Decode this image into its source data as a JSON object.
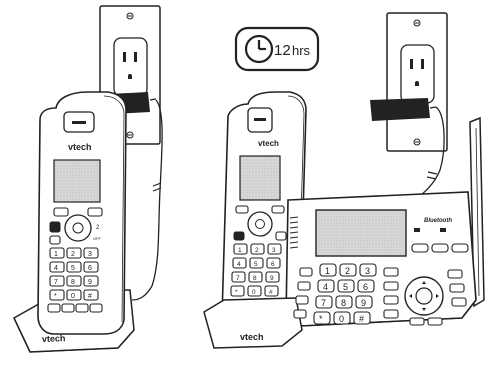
{
  "timer": {
    "value": "12",
    "unit": "hrs"
  },
  "brand": {
    "handset_logo": "vtech",
    "charger_logo": "vtech",
    "base_logo": "vtech",
    "bluetooth": "Bluetooth"
  },
  "handset_keys": {
    "left": [
      "1",
      "4",
      "7",
      "*"
    ],
    "middle": [
      "2",
      "5",
      "8",
      "0"
    ],
    "right": [
      "3",
      "6",
      "9",
      "#"
    ],
    "soft_right": [
      "2",
      "OFF"
    ]
  },
  "base_keys": {
    "row1": [
      "1",
      "2",
      "3"
    ],
    "row2": [
      "4",
      "5",
      "6"
    ],
    "row3": [
      "7",
      "8",
      "9"
    ],
    "row4": [
      "*",
      "0",
      "#"
    ]
  },
  "colors": {
    "ink": "#222222",
    "paper": "#ffffff",
    "screen": "#cfcfcf"
  }
}
